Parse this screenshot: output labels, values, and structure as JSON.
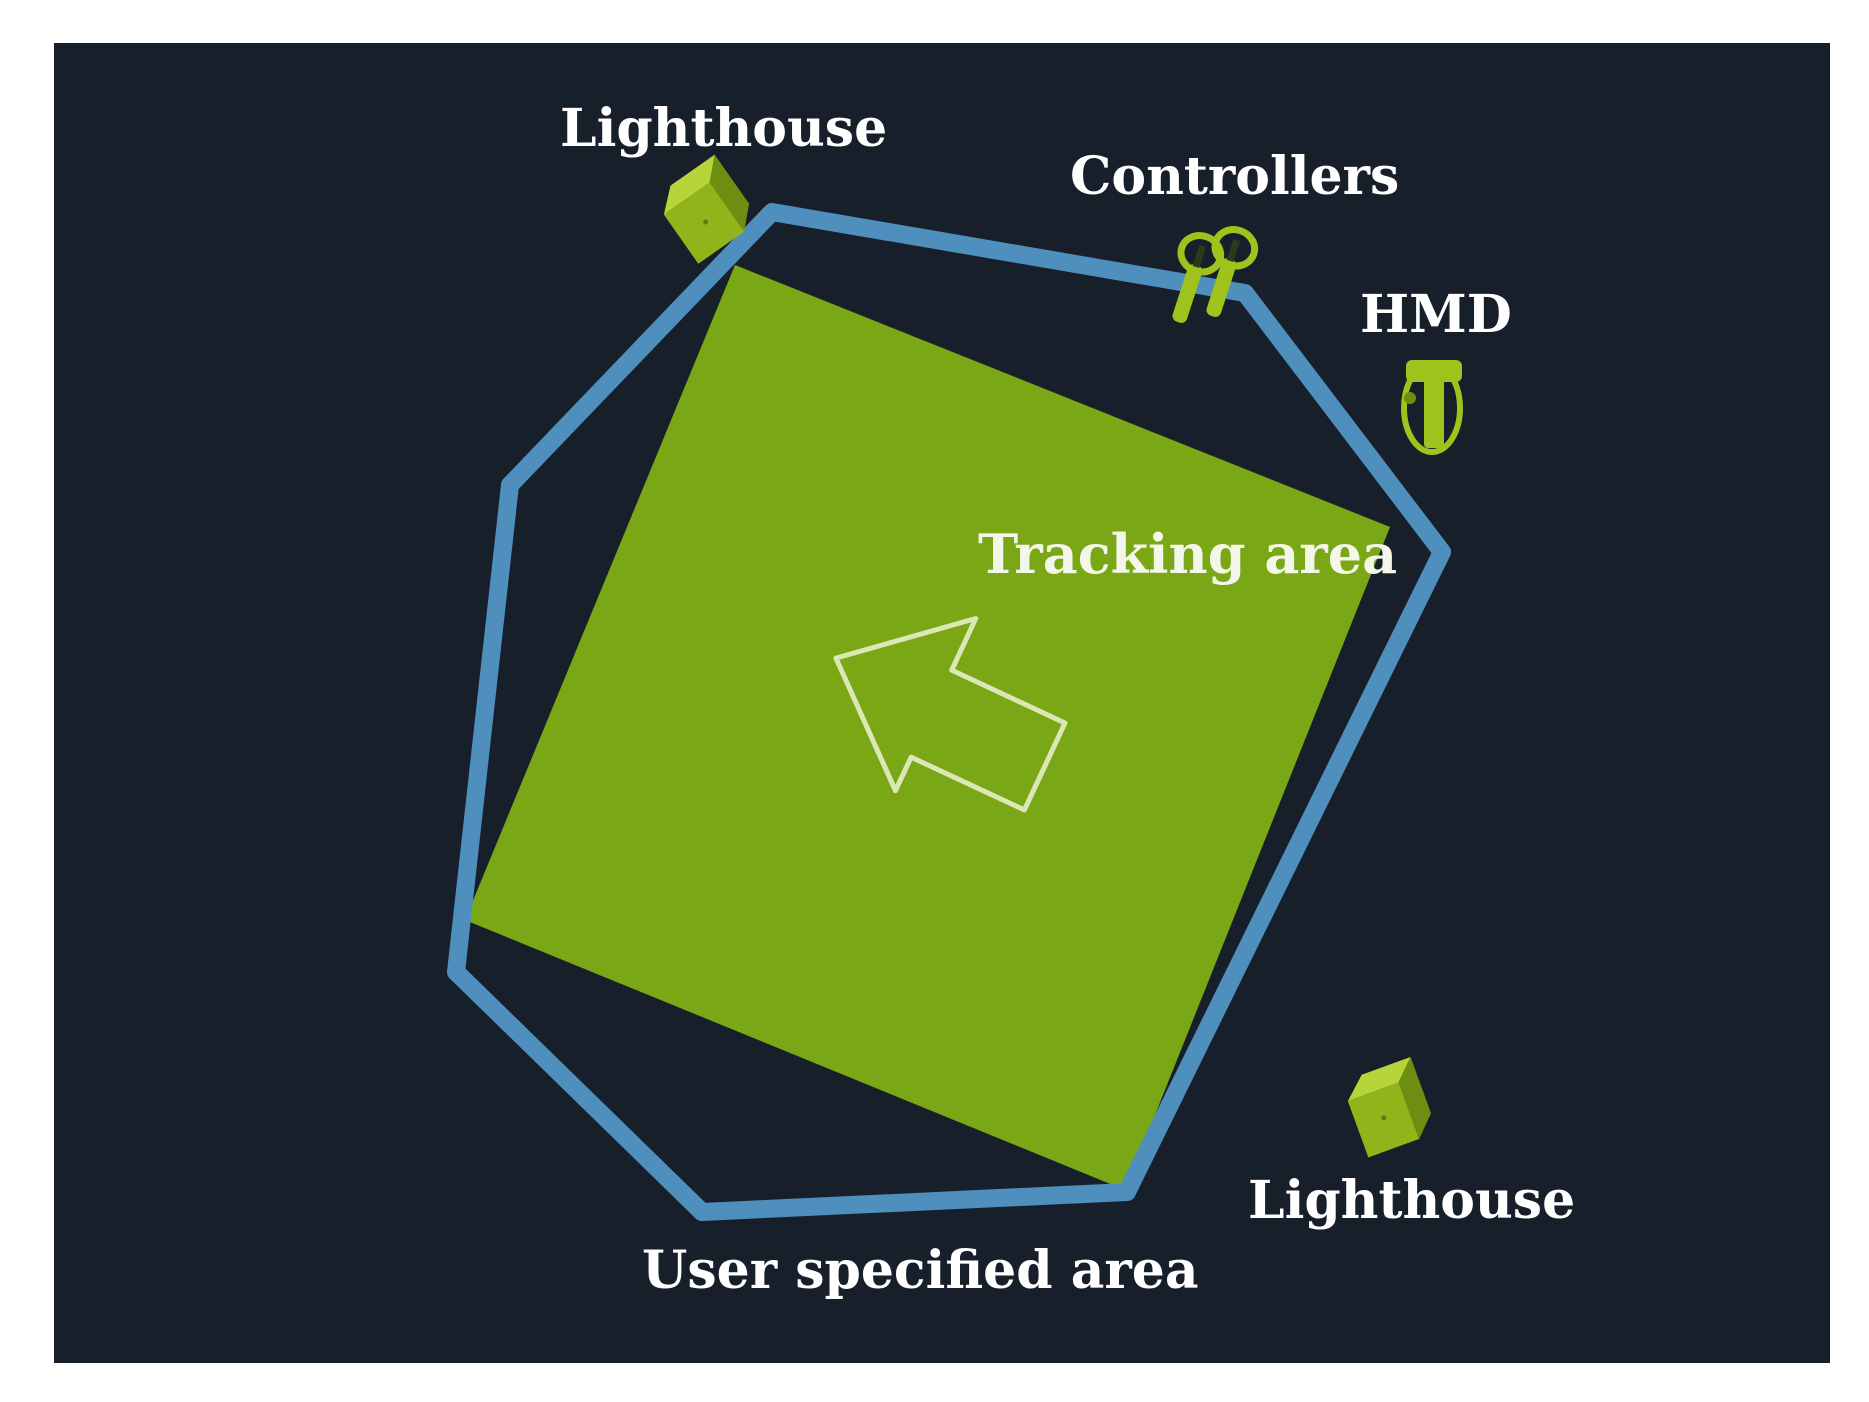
{
  "diagram": {
    "labels": {
      "lighthouse_top": "Lighthouse",
      "controllers": "Controllers",
      "hmd": "HMD",
      "tracking_area": "Tracking area",
      "lighthouse_bottom": "Lighthouse",
      "user_area": "User specified area"
    },
    "icons": {
      "lighthouse": "lighthouse-base-station-icon",
      "controllers": "vr-controllers-icon",
      "hmd": "vr-headset-icon",
      "direction": "direction-arrow-icon"
    },
    "colors": {
      "background": "#171f2b",
      "tracking_area": "#7aa716",
      "boundary": "#4f8fbd",
      "device": "#9fc31c",
      "arrow_outline": "#dbe8b5"
    }
  }
}
